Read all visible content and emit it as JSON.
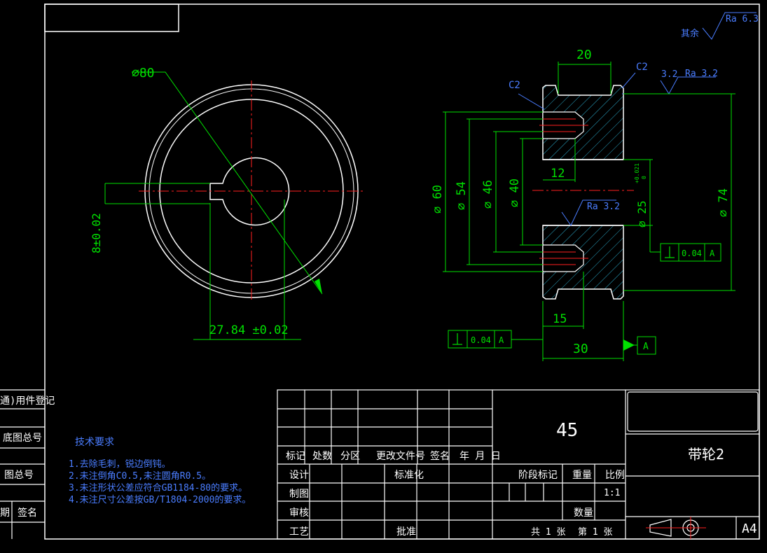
{
  "colors": {
    "background": "#000000",
    "outline": "#ffffff",
    "dimension": "#00e000",
    "centerline": "#ff2020",
    "annotation": "#4a7dff",
    "hatch": "#2aa8c8"
  },
  "front_view": {
    "dia_outer": "⌀80",
    "keyway_width": "8±0.02",
    "keyway_depth": "27.84 ±0.02"
  },
  "side_view": {
    "width_top": "20",
    "chamfer_right": "C2",
    "chamfer_left": "C2",
    "roughness_right": "3.2",
    "roughness_right_ra": "Ra 3.2",
    "groove_width": "12",
    "dia_60": "⌀ 60",
    "dia_54": "⌀ 54",
    "dia_46": "⌀ 46",
    "dia_40": "⌀ 40",
    "bore_dia": "⌀ 25",
    "bore_tol_upper": "+0.021",
    "bore_tol_lower": "0",
    "bore_roughness": "Ra 3.2",
    "dia_74": "⌀ 74",
    "perp_right_value": "0.04",
    "perp_right_datum": "A",
    "groove_depth": "15",
    "overall_width": "30",
    "perp_left_value": "0.04",
    "perp_left_datum": "A",
    "datum_label": "A"
  },
  "roughness_general": {
    "label": "其余",
    "value": "Ra 6.3"
  },
  "tech_requirements": {
    "title": "技术要求",
    "items": [
      "1.去除毛刺，锐边倒钝。",
      "2.未注倒角C0.5,未注圆角R0.5。",
      "3.未注形状公差应符合GB1184-80的要求。",
      "4.未注尺寸公差按GB/T1804-2000的要求。"
    ]
  },
  "left_sidebar": {
    "row1": "通)用件登记",
    "row2": "底图总号",
    "row3": "图总号",
    "row4_a": "期",
    "row4_b": "签名"
  },
  "title_block": {
    "material": "45",
    "part_name": "带轮2",
    "headers": [
      "标记",
      "处数",
      "分区",
      "更改文件号",
      "签名",
      "年 月 日"
    ],
    "design": "设计",
    "standardize": "标准化",
    "stage_mark": "阶段标记",
    "weight": "重量",
    "scale_label": "比例",
    "scale_value": "1:1",
    "draw": "制图",
    "review": "审核",
    "quantity": "数量",
    "process": "工艺",
    "approve": "批准",
    "sheets_total": "共 1 张",
    "sheet_no": "第 1 张",
    "paper_size": "A4"
  }
}
